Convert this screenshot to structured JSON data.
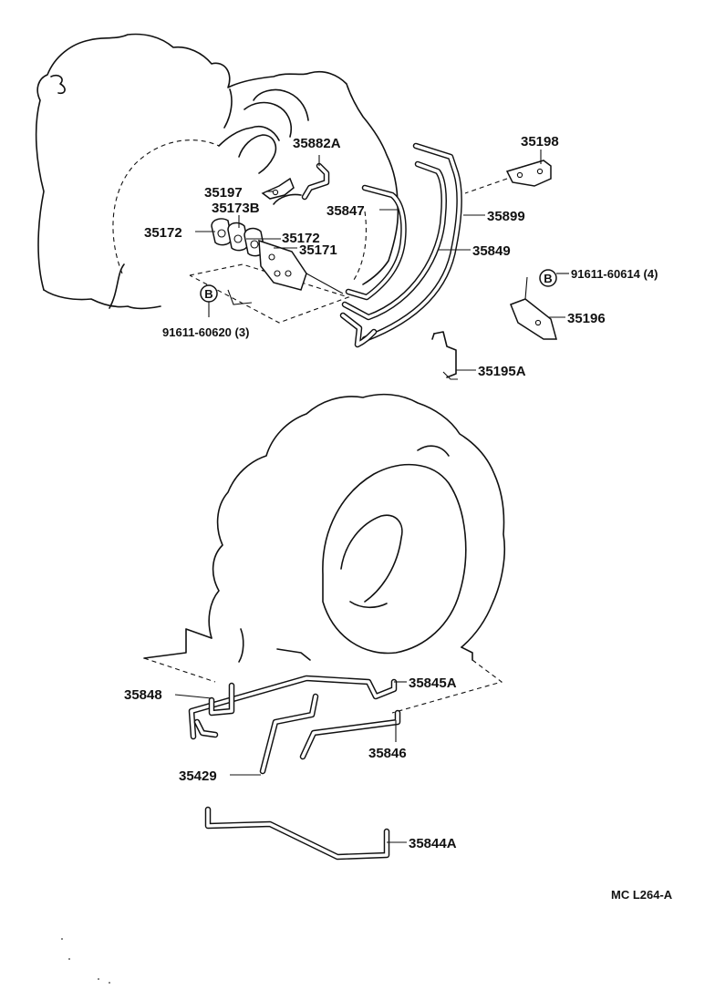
{
  "diagram": {
    "code": "MC L264-A",
    "bolt_symbol": "B",
    "labels": {
      "p35882A": "35882A",
      "p35198": "35198",
      "p35197": "35197",
      "p35173B": "35173B",
      "p35847": "35847",
      "p35899": "35899",
      "p35172a": "35172",
      "p35172b": "35172",
      "p35171": "35171",
      "p35849": "35849",
      "p91611_60614": "91611-60614 (4)",
      "p35196": "35196",
      "p91611_60620": "91611-60620 (3)",
      "p35195A": "35195A",
      "p35848": "35848",
      "p35845A": "35845A",
      "p35846": "35846",
      "p35429": "35429",
      "p35844A": "35844A"
    }
  }
}
